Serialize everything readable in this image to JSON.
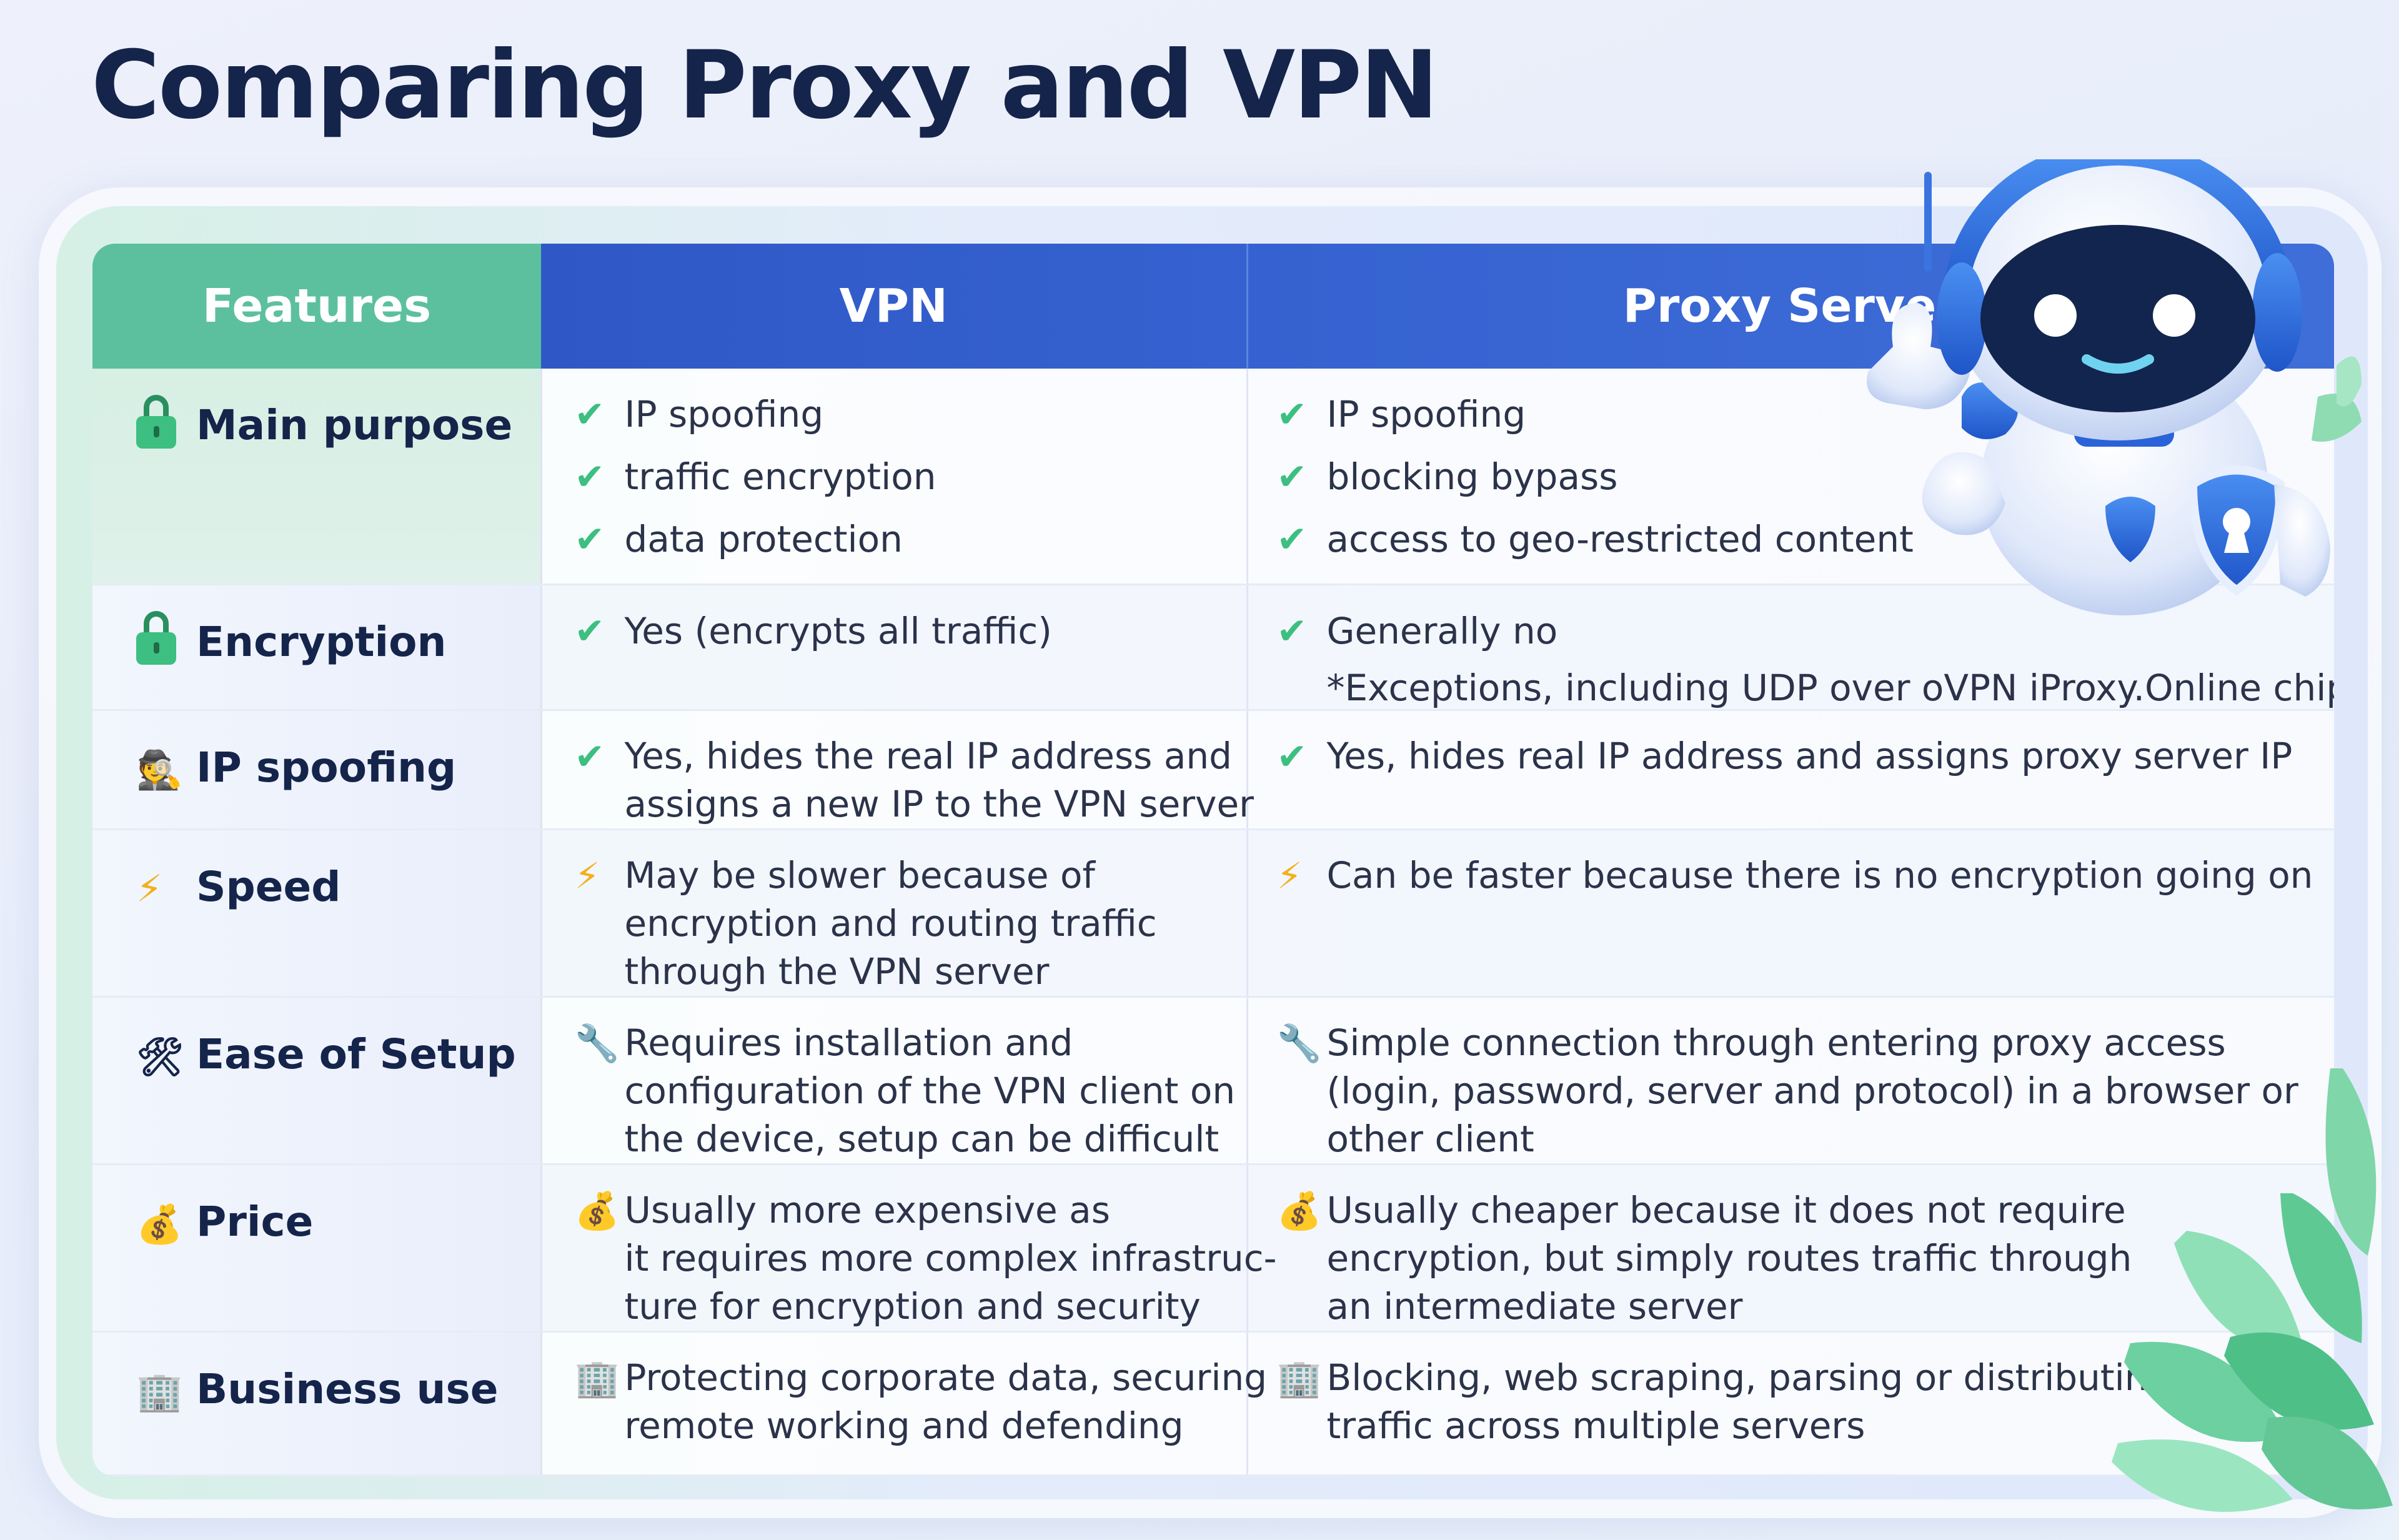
{
  "title": "Comparing Proxy and VPN",
  "table": {
    "headers": [
      "Features",
      "VPN",
      "Proxy Server"
    ],
    "rows": [
      {
        "icon": "lock-icon",
        "feature": "Main purpose",
        "vpn": [
          {
            "icon": "check-icon",
            "text": "IP spoofing"
          },
          {
            "icon": "check-icon",
            "text": "traffic encryption"
          },
          {
            "icon": "check-icon",
            "text": "data protection"
          }
        ],
        "proxy": [
          {
            "icon": "check-icon",
            "text": "IP spoofing"
          },
          {
            "icon": "check-icon",
            "text": "blocking bypass"
          },
          {
            "icon": "check-icon",
            "text": "access to geo-restricted content"
          }
        ]
      },
      {
        "icon": "lock-icon",
        "feature": "Encryption",
        "vpn": [
          {
            "icon": "check-icon",
            "text": "Yes (encrypts all traffic)"
          }
        ],
        "proxy": [
          {
            "icon": "check-icon",
            "text": "Generally no"
          }
        ],
        "proxy_note": "*Exceptions, including UDP over oVPN iProxy.Online chip"
      },
      {
        "icon": "spy-icon",
        "feature": "IP spoofing",
        "vpn": [
          {
            "icon": "check-icon",
            "lines": [
              "Yes, hides the real IP address and",
              "assigns a new IP to the VPN server"
            ]
          }
        ],
        "proxy": [
          {
            "icon": "check-icon",
            "lines": [
              "Yes, hides real IP address and assigns proxy server IP"
            ]
          }
        ]
      },
      {
        "icon": "lightning-icon",
        "feature": "Speed",
        "vpn": [
          {
            "icon": "lightning-icon",
            "lines": [
              "May be slower because of",
              "encryption and routing traffic",
              "through the VPN server"
            ]
          }
        ],
        "proxy": [
          {
            "icon": "lightning-icon",
            "lines": [
              "Can be faster because there is no encryption going on"
            ]
          }
        ]
      },
      {
        "icon": "tools-icon",
        "feature": "Ease of Setup",
        "vpn": [
          {
            "icon": "wrench-icon",
            "lines": [
              "Requires installation and",
              "configuration of the VPN client on",
              "the device, setup can be difficult"
            ]
          }
        ],
        "proxy": [
          {
            "icon": "wrench-icon",
            "lines": [
              "Simple connection through entering proxy access",
              "(login, password, server and protocol) in a browser or",
              "other client"
            ]
          }
        ]
      },
      {
        "icon": "money-bag-icon",
        "feature": "Price",
        "vpn": [
          {
            "icon": "money-bag-icon",
            "lines": [
              "Usually more expensive as",
              "it requires more complex infrastruc-",
              "ture for encryption and security"
            ]
          }
        ],
        "proxy": [
          {
            "icon": "money-bag-icon",
            "lines": [
              "Usually cheaper because it does not require",
              "encryption, but simply routes traffic through",
              "an intermediate server"
            ]
          }
        ]
      },
      {
        "icon": "office-building-icon",
        "feature": "Business use",
        "vpn": [
          {
            "icon": "office-building-icon",
            "lines": [
              "Protecting corporate data, securing",
              "remote working and defending"
            ]
          }
        ],
        "proxy": [
          {
            "icon": "office-building-icon",
            "lines": [
              "Blocking, web scraping, parsing or distributing",
              "traffic across multiple servers"
            ]
          }
        ]
      }
    ]
  },
  "colors": {
    "title": "#15244a",
    "features_header": "#5cc09e",
    "vpn_header": "#2f58c6",
    "proxy_header": "#3f6ed8",
    "check": "#3cbf80",
    "bolt": "#f2b01c"
  },
  "decorations": [
    "robot-mascot-icon",
    "leaves-icon"
  ]
}
